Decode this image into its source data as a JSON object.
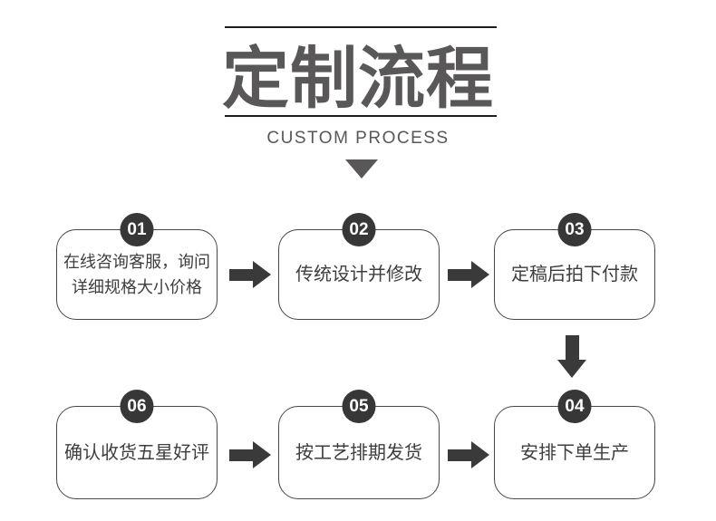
{
  "header": {
    "title": "定制流程",
    "subtitle": "CUSTOM PROCESS"
  },
  "colors": {
    "title_gray": "#595757",
    "rule_black": "#1d1d1d",
    "badge_dark": "#373737",
    "arrow_dark": "#3a3a3a",
    "box_border": "#474747",
    "box_text": "#3e3e3e",
    "background": "#ffffff"
  },
  "steps": [
    {
      "number": "01",
      "text": "在线咨询客服，询问\n详细规格大小价格"
    },
    {
      "number": "02",
      "text": "传统设计并修改"
    },
    {
      "number": "03",
      "text": "定稿后拍下付款"
    },
    {
      "number": "04",
      "text": "安排下单生产"
    },
    {
      "number": "05",
      "text": "按工艺排期发货"
    },
    {
      "number": "06",
      "text": "确认收货五星好评"
    }
  ]
}
